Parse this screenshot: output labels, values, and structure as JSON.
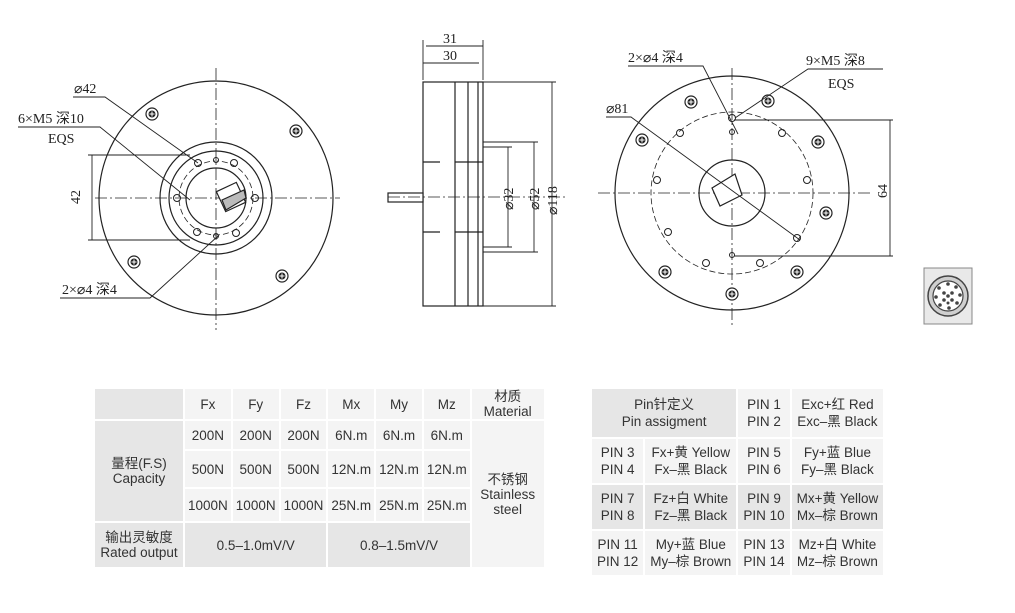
{
  "front_view": {
    "dim_d42": "⌀42",
    "dim_m5": "6×M5 深10",
    "dim_eqs": "EQS",
    "dim_42": "42",
    "dim_holes": "2×⌀4 深4"
  },
  "side_view": {
    "dim_31": "31",
    "dim_30": "30",
    "dim_d32": "⌀32",
    "dim_d52": "⌀52",
    "dim_d118": "⌀118"
  },
  "back_view": {
    "dim_holes": "2×⌀4 深4",
    "dim_m5": "9×M5 深8",
    "dim_eqs": "EQS",
    "dim_d81": "⌀81",
    "dim_64": "64"
  },
  "spec_table": {
    "headers": [
      "Fx",
      "Fy",
      "Fz",
      "Mx",
      "My",
      "Mz"
    ],
    "material_header_cn": "材质",
    "material_header_en": "Material",
    "capacity_cn": "量程(F.S)",
    "capacity_en": "Capacity",
    "capacity_rows": [
      [
        "200N",
        "200N",
        "200N",
        "6N.m",
        "6N.m",
        "6N.m"
      ],
      [
        "500N",
        "500N",
        "500N",
        "12N.m",
        "12N.m",
        "12N.m"
      ],
      [
        "1000N",
        "1000N",
        "1000N",
        "25N.m",
        "25N.m",
        "25N.m"
      ]
    ],
    "material_cn": "不锈钢",
    "material_en1": "Stainless",
    "material_en2": "steel",
    "output_cn": "输出灵敏度",
    "output_en": "Rated output",
    "output_force": "0.5–1.0mV/V",
    "output_moment": "0.8–1.5mV/V"
  },
  "pin_table": {
    "header_cn": "Pin针定义",
    "header_en": "Pin assigment",
    "p1": "PIN 1",
    "p1v": "Exc+红 Red",
    "p2": "PIN 2",
    "p2v": "Exc–黑 Black",
    "p3": "PIN 3",
    "p3v": "Fx+黄 Yellow",
    "p4": "PIN 4",
    "p4v": "Fx–黑 Black",
    "p5": "PIN 5",
    "p5v": "Fy+蓝 Blue",
    "p6": "PIN 6",
    "p6v": "Fy–黑 Black",
    "p7": "PIN 7",
    "p7v": "Fz+白 White",
    "p8": "PIN 8",
    "p8v": "Fz–黑 Black",
    "p9": "PIN 9",
    "p9v": "Mx+黄 Yellow",
    "p10": "PIN 10",
    "p10v": "Mx–棕 Brown",
    "p11": "PIN 11",
    "p11v": "My+蓝 Blue",
    "p12": "PIN 12",
    "p12v": "My–棕 Brown",
    "p13": "PIN 13",
    "p13v": "Mz+白 White",
    "p14": "PIN 14",
    "p14v": "Mz–棕 Brown"
  }
}
